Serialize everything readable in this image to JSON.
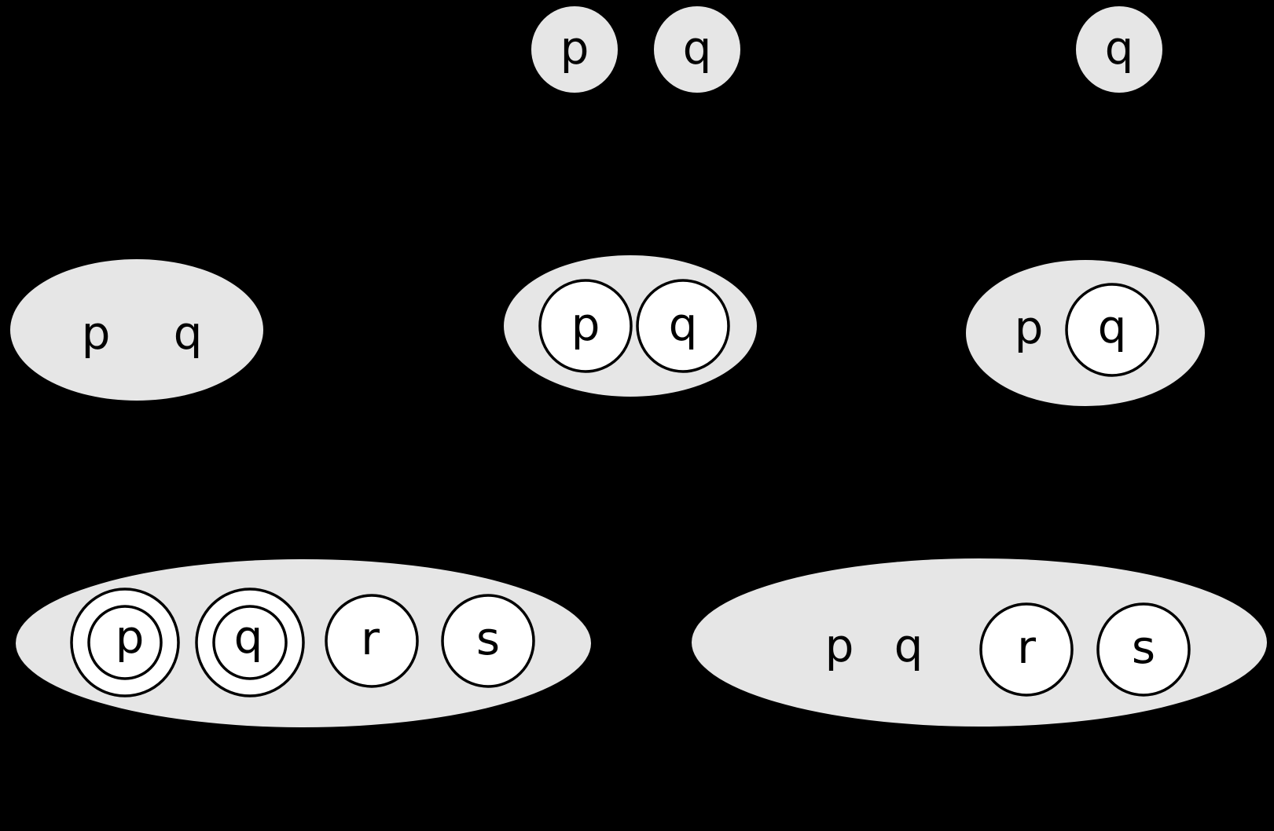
{
  "colors": {
    "background": "#000000",
    "shaded_fill": "#e6e6e6",
    "circle_fill": "#ffffff",
    "outline": "#000000",
    "text": "#000000"
  },
  "labels": {
    "p": "p",
    "q": "q",
    "r": "r",
    "s": "s"
  }
}
